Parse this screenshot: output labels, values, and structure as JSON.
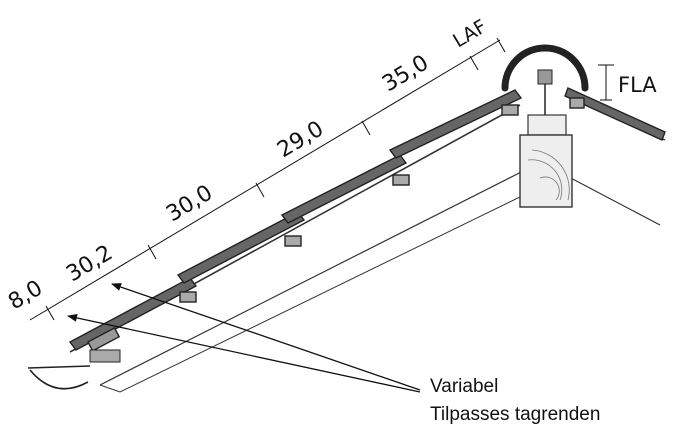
{
  "diagram": {
    "dimensions": {
      "eave": "8,0",
      "batten_1": "30,2",
      "batten_2": "30,0",
      "batten_3": "29,0",
      "batten_4": "35,0",
      "ridge_gap": "LAF",
      "ridge_height": "FLA"
    },
    "callout": {
      "line1": "Variabel",
      "line2": "Tilpasses tagrenden"
    }
  }
}
